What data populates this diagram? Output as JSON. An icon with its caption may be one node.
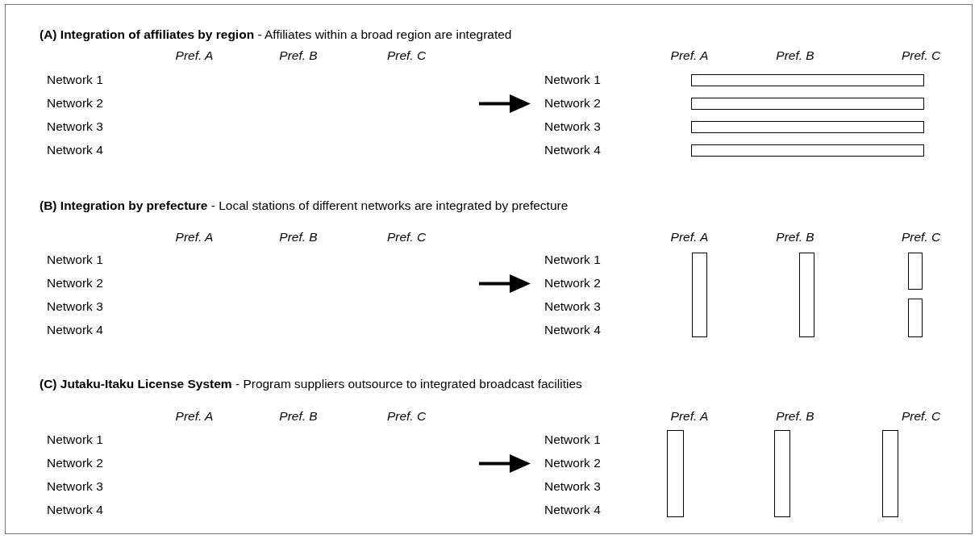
{
  "diagram": {
    "nodes": [
      {
        "text": [],
        "shape": "bar"
      },
      {
        "text": [],
        "shape": "bar"
      },
      {
        "text": [],
        "shape": "bar"
      },
      {
        "text": [],
        "shape": "bar"
      },
      {
        "text": [],
        "shape": "bar"
      },
      {
        "text": [],
        "shape": "bar"
      },
      {
        "text": [],
        "shape": "bar"
      },
      {
        "text": [],
        "shape": "bar"
      },
      {
        "text": [],
        "shape": "bar"
      },
      {
        "text": [],
        "shape": "bar"
      },
      {
        "text": [],
        "shape": "bar"
      }
    ],
    "labels": [
      "**(A) Integration of affiliates by region**  - Affiliates within a broad region are integrated",
      "Pref. A",
      "Pref. B",
      "Pref. C",
      "Pref. A",
      "Pref. B",
      "Pref. C",
      "Network 1",
      "Network 1",
      "Network 2",
      "Network 2",
      "Network 3",
      "Network 3",
      "Network 4",
      "Network 4",
      "**(B) Integration by prefecture**  - Local stations of different networks are integrated by prefecture",
      "Pref. A",
      "Pref. B",
      "Pref. C",
      "Pref. A",
      "Pref. B",
      "Pref. C",
      "Network 1",
      "Network 1",
      "Network 2",
      "Network 2",
      "Network 3",
      "Network 3",
      "Network 4",
      "Network 4",
      "**(C) Jutaku-Itaku License System**  - Program suppliers outsource to integrated broadcast facilities",
      "Pref. A",
      "Pref. B",
      "Pref. C",
      "Pref. A",
      "Pref. B",
      "Pref. C",
      "Network 1",
      "Network 1",
      "Network 2",
      "Network 2",
      "Network 3",
      "Network 3",
      "Network 4",
      "Network 4"
    ]
  }
}
